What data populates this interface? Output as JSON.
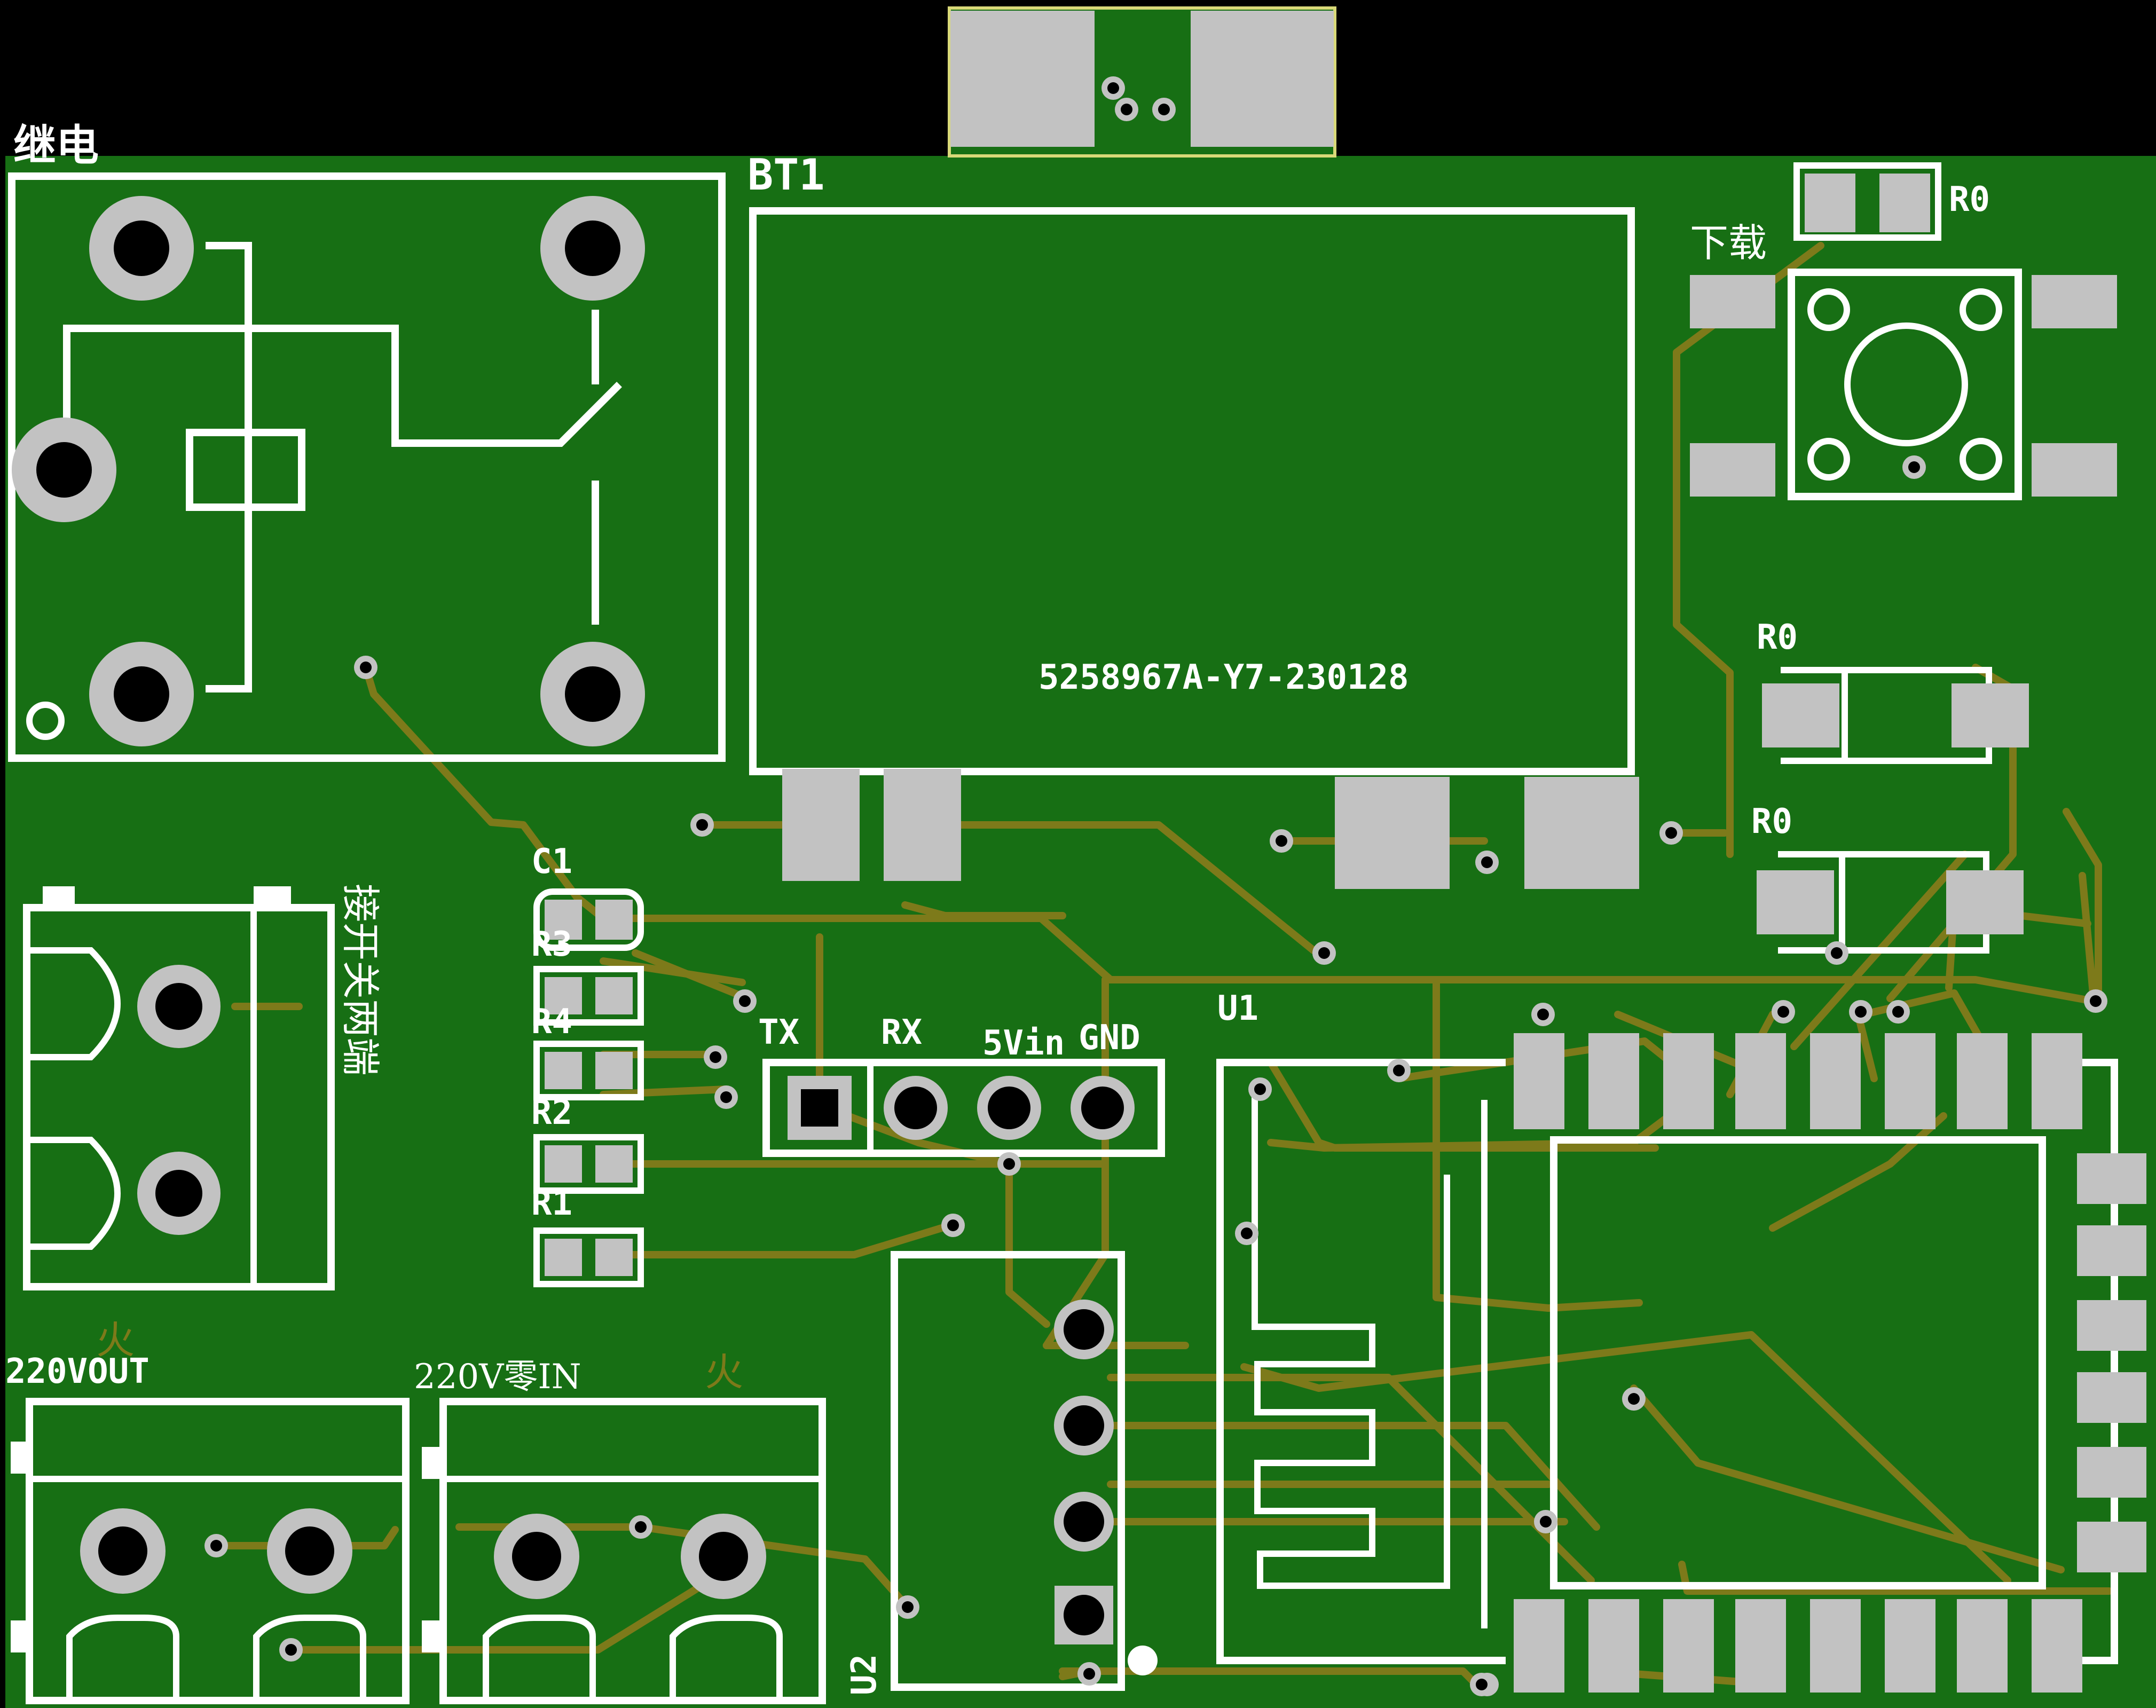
{
  "board": {
    "colors": {
      "background": "#000000",
      "board": "#176f14",
      "trace": "#7d7a1a",
      "silkscreen": "#ffffff",
      "pad": "#c2c2c2",
      "tab": "#d9d978",
      "hole": "#000000"
    },
    "labels": {
      "relay_top": "继电",
      "bt1": "BT1",
      "bt1_code": "5258967A-Y7-230128",
      "r0_top": "R0",
      "download": "下载",
      "r0_mid1": "R0",
      "r0_mid2": "R0",
      "c1": "C1",
      "r3": "R3",
      "r4": "R4",
      "r2": "R2",
      "r1": "R1",
      "tx": "TX",
      "rx": "RX",
      "vin": "5Vin",
      "gnd": "GND",
      "u1": "U1",
      "u2": "U2",
      "switch_terminals": "接开关两端",
      "fire_left": "火",
      "out_220": "220VOUT",
      "in_220": "220V零IN",
      "fire_right": "火"
    }
  }
}
